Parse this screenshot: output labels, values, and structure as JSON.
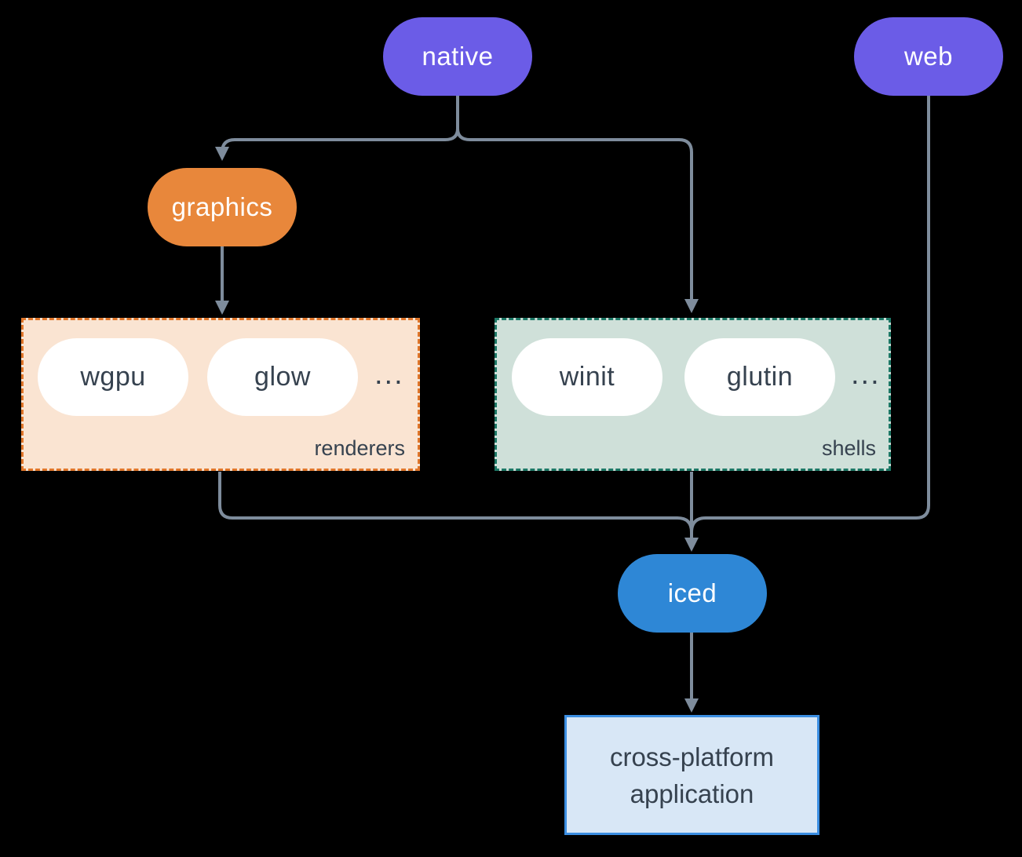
{
  "canvas": {
    "background": "#000000",
    "edge_color": "#7e8c9c"
  },
  "nodes": {
    "native": {
      "label": "native",
      "color": "#6b5ce7",
      "text_color": "#ffffff"
    },
    "web": {
      "label": "web",
      "color": "#6b5ce7",
      "text_color": "#ffffff"
    },
    "graphics": {
      "label": "graphics",
      "color": "#e8873b",
      "text_color": "#ffffff"
    },
    "iced": {
      "label": "iced",
      "color": "#2e87d6",
      "text_color": "#ffffff"
    }
  },
  "groups": {
    "renderers": {
      "label": "renderers",
      "fill": "#fae4d2",
      "border_color": "#e0762a",
      "items": [
        "wgpu",
        "glow"
      ],
      "ellipsis": "...",
      "item_text_color": "#36424f"
    },
    "shells": {
      "label": "shells",
      "fill": "#cfe0d9",
      "border_color": "#1d7866",
      "items": [
        "winit",
        "glutin"
      ],
      "ellipsis": "...",
      "item_text_color": "#36424f"
    }
  },
  "application": {
    "line1": "cross-platform",
    "line2": "application",
    "fill": "#d8e7f6",
    "border_color": "#3b8ee2",
    "text_color": "#36424f"
  },
  "edges": [
    {
      "from": "native",
      "to": "graphics"
    },
    {
      "from": "native",
      "to": "shells"
    },
    {
      "from": "graphics",
      "to": "renderers"
    },
    {
      "from": "renderers",
      "to": "iced"
    },
    {
      "from": "shells",
      "to": "iced"
    },
    {
      "from": "web",
      "to": "iced"
    },
    {
      "from": "iced",
      "to": "cross-platform application"
    }
  ]
}
